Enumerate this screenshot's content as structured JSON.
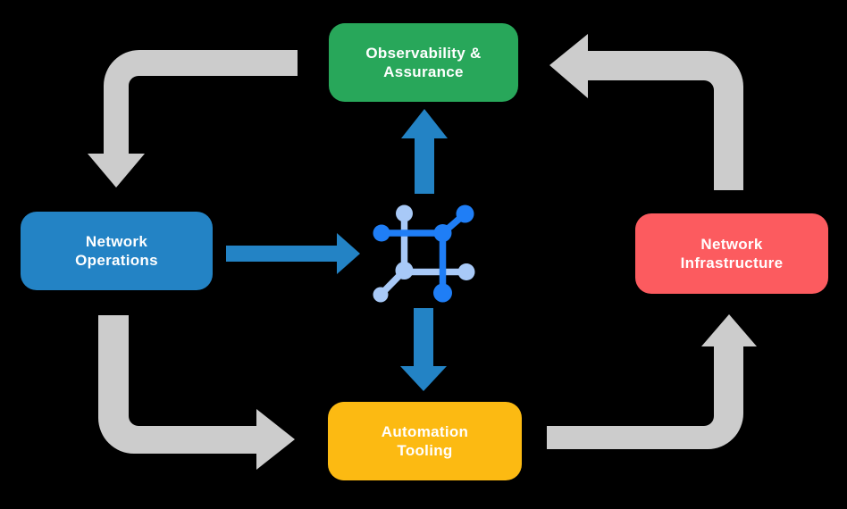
{
  "canvas": {
    "background_color": "#000000",
    "text_color": "#ffffff"
  },
  "nodes": {
    "observability": {
      "label": "Observability &\nAssurance",
      "color": "#28a75a"
    },
    "operations": {
      "label": "Network\nOperations",
      "color": "#2383c5"
    },
    "infrastructure": {
      "label": "Network\nInfrastructure",
      "color": "#fc5b5f"
    },
    "automation": {
      "label": "Automation\nTooling",
      "color": "#fcba12"
    }
  },
  "center_icon": {
    "name": "network-automation-icon",
    "primary_color": "#1f7ef6",
    "secondary_color": "#a8c9f7"
  },
  "arrows": {
    "gray_color": "#cccccc",
    "blue_color": "#2383c5",
    "edges": [
      {
        "from": "observability",
        "to": "operations",
        "style": "gray-elbow",
        "head": "down"
      },
      {
        "from": "operations",
        "to": "automation",
        "style": "gray-elbow",
        "head": "right"
      },
      {
        "from": "automation",
        "to": "infrastructure",
        "style": "gray-elbow",
        "head": "up"
      },
      {
        "from": "infrastructure",
        "to": "observability",
        "style": "gray-elbow",
        "head": "left"
      },
      {
        "from": "operations",
        "to": "center-icon",
        "style": "blue-straight",
        "head": "right"
      },
      {
        "from": "center-icon",
        "to": "observability",
        "style": "blue-straight",
        "head": "up"
      },
      {
        "from": "center-icon",
        "to": "automation",
        "style": "blue-straight",
        "head": "down"
      }
    ]
  }
}
